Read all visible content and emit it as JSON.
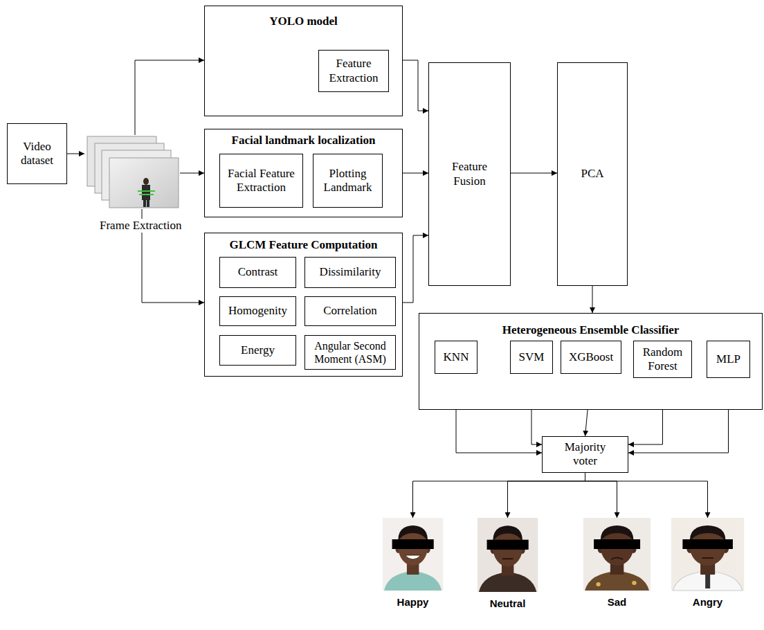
{
  "diagram": {
    "nodes": [
      {
        "text": [
          "Video dataset"
        ]
      },
      {
        "text": [
          "Frame Extraction"
        ]
      },
      {
        "text": [
          "YOLO model"
        ]
      },
      {
        "text": [
          "Feature Extraction"
        ],
        "in": 2
      },
      {
        "text": [
          "Facial landmark localization"
        ]
      },
      {
        "text": [
          "Facial Feature Extraction"
        ],
        "in": 4
      },
      {
        "text": [
          "Plotting Landmark"
        ],
        "in": 4
      },
      {
        "text": [
          "GLCM Feature Computation"
        ]
      },
      {
        "text": [
          "Contrast"
        ],
        "in": 7
      },
      {
        "text": [
          "Dissimilarity"
        ],
        "in": 7
      },
      {
        "text": [
          "Homogenity"
        ],
        "in": 7
      },
      {
        "text": [
          "Correlation"
        ],
        "in": 7
      },
      {
        "text": [
          "Energy"
        ],
        "in": 7
      },
      {
        "text": [
          "Angular Second Moment (ASM)"
        ],
        "in": 7
      },
      {
        "text": [
          "Feature Fusion"
        ]
      },
      {
        "text": [
          "PCA"
        ]
      },
      {
        "text": [
          "Heterogeneous Ensemble Classifier"
        ]
      },
      {
        "text": [
          "KNN"
        ],
        "in": 16
      },
      {
        "text": [
          "SVM"
        ],
        "in": 16
      },
      {
        "text": [
          "XGBoost"
        ],
        "in": 16
      },
      {
        "text": [
          "Random Forest"
        ],
        "in": 16
      },
      {
        "text": [
          "MLP"
        ],
        "in": 16
      },
      {
        "text": [
          "Majority voter"
        ]
      },
      {
        "text": [
          "Happy"
        ]
      },
      {
        "text": [
          "Neutral"
        ]
      },
      {
        "text": [
          "Sad"
        ]
      },
      {
        "text": [
          "Angry"
        ]
      }
    ],
    "edges": [
      {
        "from": 0,
        "to": 1,
        "arrow": "to"
      },
      {
        "from": 1,
        "to": 2,
        "arrow": "to"
      },
      {
        "from": 1,
        "to": 4,
        "arrow": "to"
      },
      {
        "from": 1,
        "to": 7,
        "arrow": "to"
      },
      {
        "from": 2,
        "to": 14,
        "arrow": "to"
      },
      {
        "from": 4,
        "to": 14,
        "arrow": "to"
      },
      {
        "from": 7,
        "to": 14,
        "arrow": "to"
      },
      {
        "from": 14,
        "to": 15,
        "arrow": "to"
      },
      {
        "from": 15,
        "to": 16,
        "arrow": "to"
      },
      {
        "from": 17,
        "to": 22,
        "arrow": "to"
      },
      {
        "from": 18,
        "to": 22,
        "arrow": "to"
      },
      {
        "from": 19,
        "to": 22,
        "arrow": "to"
      },
      {
        "from": 20,
        "to": 22,
        "arrow": "to"
      },
      {
        "from": 21,
        "to": 22,
        "arrow": "to"
      },
      {
        "from": 22,
        "to": 23,
        "arrow": "to"
      },
      {
        "from": 22,
        "to": 24,
        "arrow": "to"
      },
      {
        "from": 22,
        "to": 25,
        "arrow": "to"
      },
      {
        "from": 22,
        "to": 26,
        "arrow": "to"
      }
    ]
  }
}
